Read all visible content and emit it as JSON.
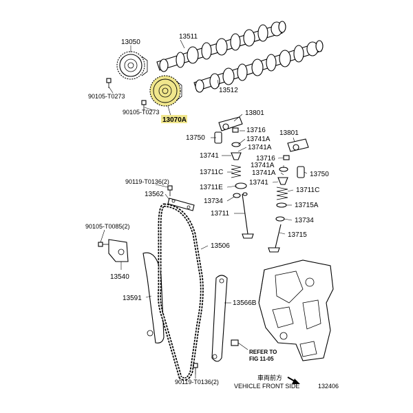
{
  "diagram": {
    "highlight_color": "#f0e68c",
    "labels": {
      "p13050": "13050",
      "p13511": "13511",
      "p13512": "13512",
      "p90105_T0273_a": "90105-T0273",
      "p90105_T0273_b": "90105-T0273",
      "p13070A": "13070A",
      "p13801_a": "13801",
      "p13716_a": "13716",
      "p13750_a": "13750",
      "p13741A_a": "13741A",
      "p13741A_b": "13741A",
      "p13741_a": "13741",
      "p13711C_a": "13711C",
      "p13711E": "13711E",
      "p13734_a": "13734",
      "p13711": "13711",
      "p13801_b": "13801",
      "p13716_b": "13716",
      "p13741A_c": "13741A",
      "p13741A_d": "13741A",
      "p13750_b": "13750",
      "p13741_b": "13741",
      "p13711C_b": "13711C",
      "p13715A": "13715A",
      "p13734_b": "13734",
      "p13715": "13715",
      "p90119_T0136_a": "90119-T0136(2)",
      "p13562": "13562",
      "p90105_T0085": "90105-T0085(2)",
      "p13506": "13506",
      "p13540": "13540",
      "p13591": "13591",
      "p13566B": "13566B",
      "p90119_T0136_b": "90119-T0136(2)",
      "refer_line1": "REFER TO",
      "refer_line2": "FIG 11-05",
      "vehicle_front_jp": "車両前方",
      "vehicle_front_en": "VEHICLE FRONT SIDE",
      "figure_number": "132406"
    }
  }
}
